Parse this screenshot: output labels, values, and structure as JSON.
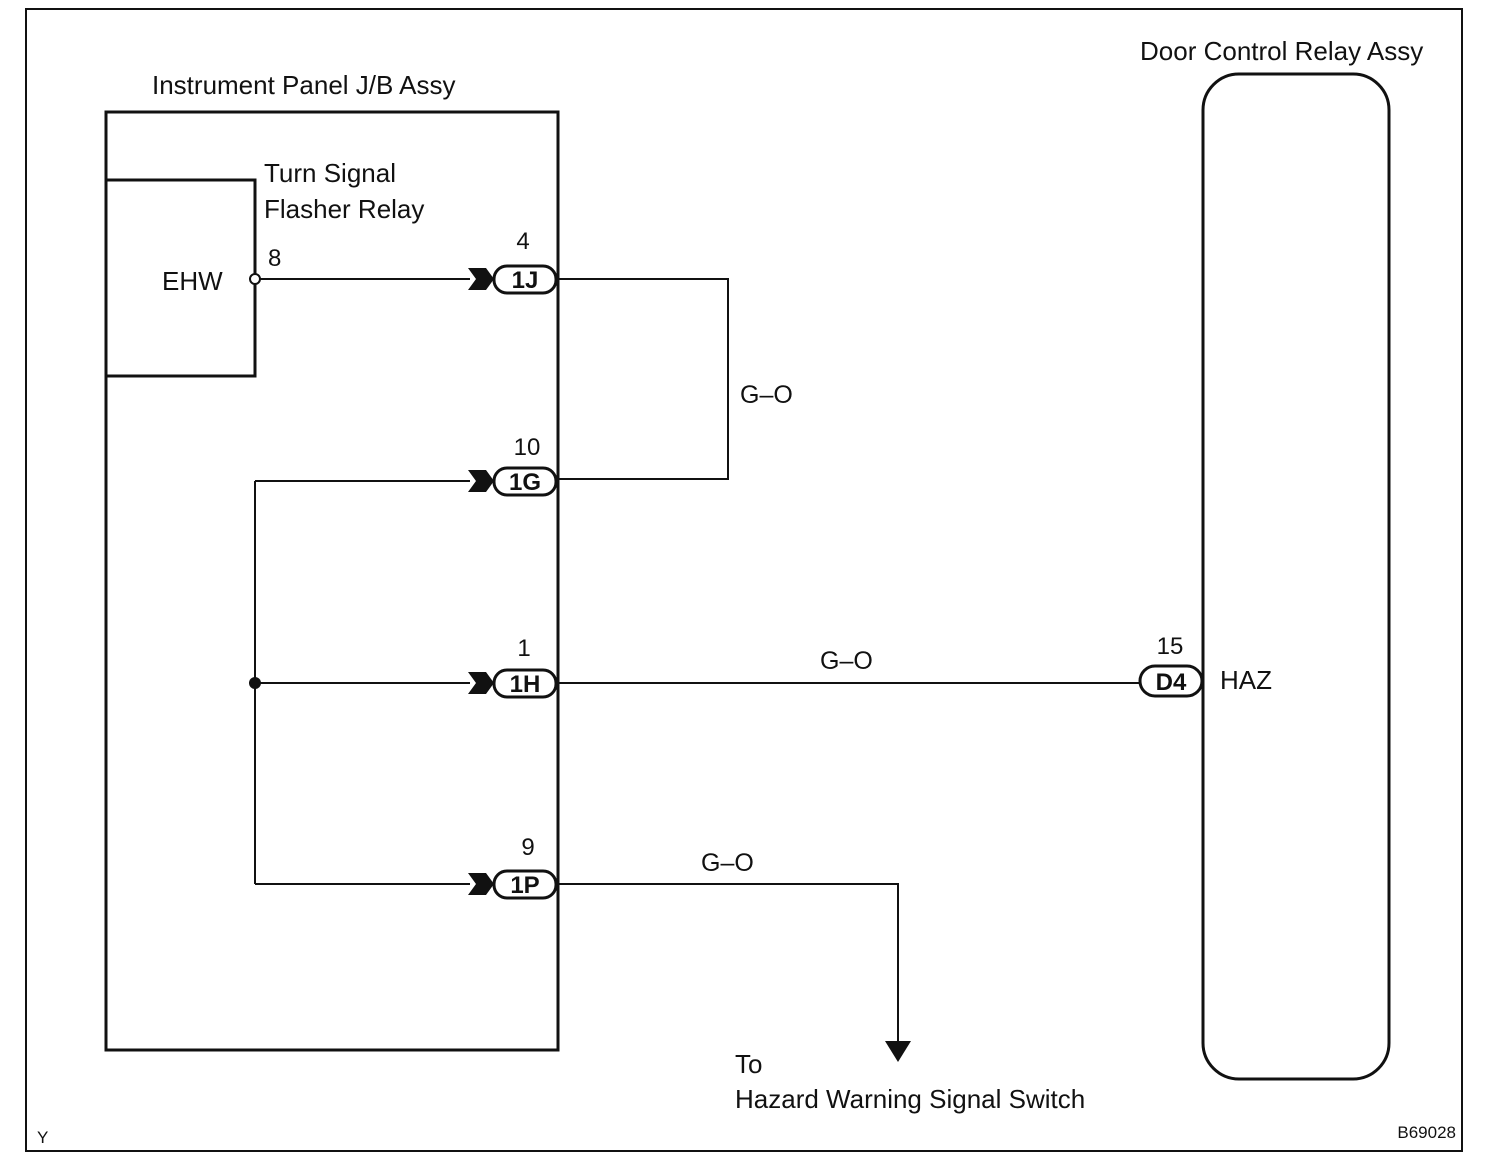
{
  "components": {
    "jb": {
      "label": "Instrument Panel J/B Assy"
    },
    "flasher": {
      "label_line1": "Turn Signal",
      "label_line2": "Flasher Relay",
      "terminal": "EHW",
      "pin": "8"
    },
    "door_relay": {
      "label": "Door Control Relay Assy",
      "terminal": "HAZ"
    }
  },
  "connectors": [
    {
      "code": "1J",
      "pin": "4"
    },
    {
      "code": "1G",
      "pin": "10"
    },
    {
      "code": "1H",
      "pin": "1"
    },
    {
      "code": "1P",
      "pin": "9"
    },
    {
      "code": "D4",
      "pin": "15"
    }
  ],
  "wires": [
    {
      "color": "G–O"
    },
    {
      "color": "G–O"
    },
    {
      "color": "G–O"
    }
  ],
  "destination": {
    "line1": "To",
    "line2": "Hazard Warning Signal Switch"
  },
  "corner_labels": {
    "left": "Y",
    "right": "B69028"
  }
}
